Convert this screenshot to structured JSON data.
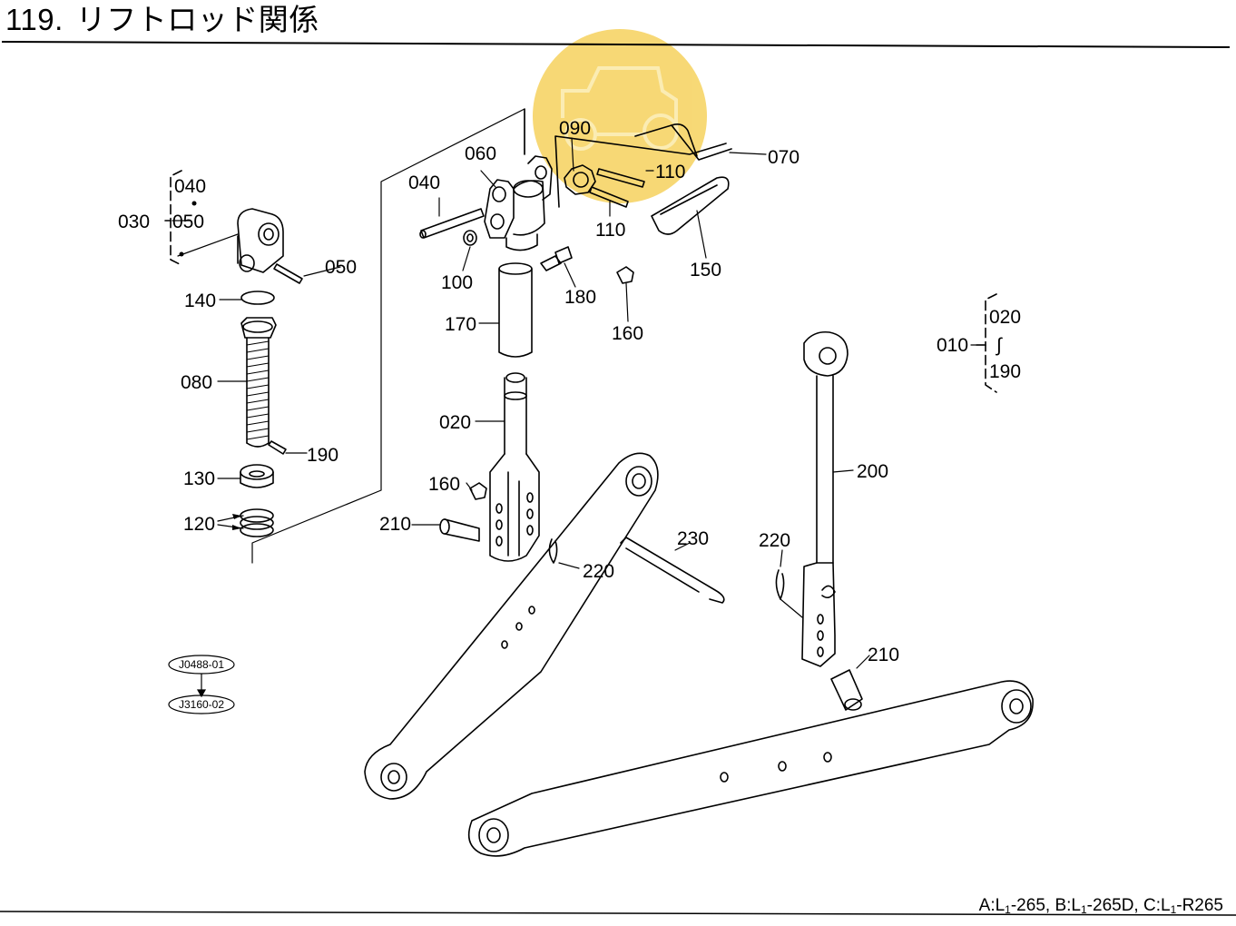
{
  "header": {
    "number": "119.",
    "title": "リフトロッド関係"
  },
  "footer": {
    "a": "A:L",
    "a_sub": "1",
    "a_model": "-265,",
    "b": "B:L",
    "b_sub": "1",
    "b_model": "-265D,",
    "c": "C:L",
    "c_sub": "1",
    "c_model": "-R265"
  },
  "refs": {
    "from": "J0488-01",
    "to": "J3160-02"
  },
  "callouts": {
    "c040a": "040",
    "c030": "030",
    "c050a": "050",
    "c050b": "050",
    "c140": "140",
    "c080": "080",
    "c190": "190",
    "c130": "130",
    "c120": "120",
    "c040b": "040",
    "c060": "060",
    "c090": "090",
    "c110a": "110",
    "c110b": "110",
    "c070": "070",
    "c100": "100",
    "c180": "180",
    "c150": "150",
    "c160a": "160",
    "c170": "170",
    "c020": "020",
    "c160b": "160",
    "c210a": "210",
    "c220a": "220",
    "c230": "230",
    "c200": "200",
    "c220b": "220",
    "c210b": "210",
    "c010": "010",
    "c020r": "020",
    "c190r": "190",
    "tilde": "∫"
  },
  "colors": {
    "line": "#000000",
    "watermark": "#f6d25e"
  }
}
